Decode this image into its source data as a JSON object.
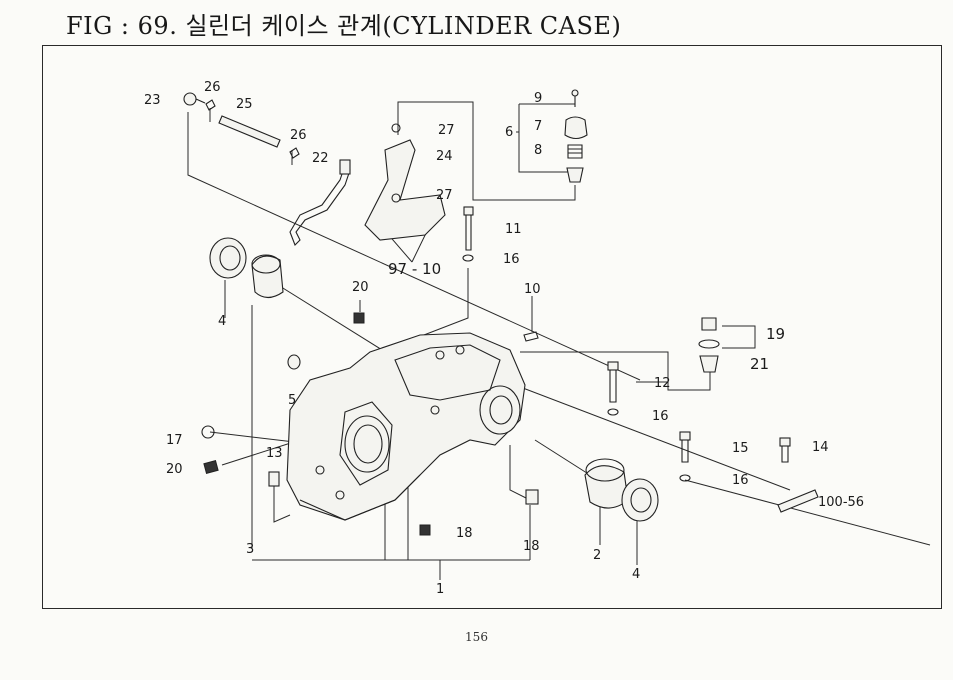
{
  "title": "FIG : 69. 실린더 케이스 관계(CYLINDER CASE)",
  "page_number": "156",
  "callouts": [
    {
      "label": "23"
    },
    {
      "label": "26"
    },
    {
      "label": "25"
    },
    {
      "label": "26"
    },
    {
      "label": "22"
    },
    {
      "label": "27"
    },
    {
      "label": "24"
    },
    {
      "label": "27"
    },
    {
      "label": "97 - 10"
    },
    {
      "label": "9"
    },
    {
      "label": "6"
    },
    {
      "label": "7"
    },
    {
      "label": "8"
    },
    {
      "label": "11"
    },
    {
      "label": "16"
    },
    {
      "label": "4"
    },
    {
      "label": "20"
    },
    {
      "label": "10"
    },
    {
      "label": "19"
    },
    {
      "label": "21"
    },
    {
      "label": "5"
    },
    {
      "label": "12"
    },
    {
      "label": "16"
    },
    {
      "label": "17"
    },
    {
      "label": "20"
    },
    {
      "label": "13"
    },
    {
      "label": "15"
    },
    {
      "label": "14"
    },
    {
      "label": "16"
    },
    {
      "label": "100-56"
    },
    {
      "label": "18"
    },
    {
      "label": "3"
    },
    {
      "label": "18"
    },
    {
      "label": "2"
    },
    {
      "label": "4"
    },
    {
      "label": "1"
    }
  ]
}
